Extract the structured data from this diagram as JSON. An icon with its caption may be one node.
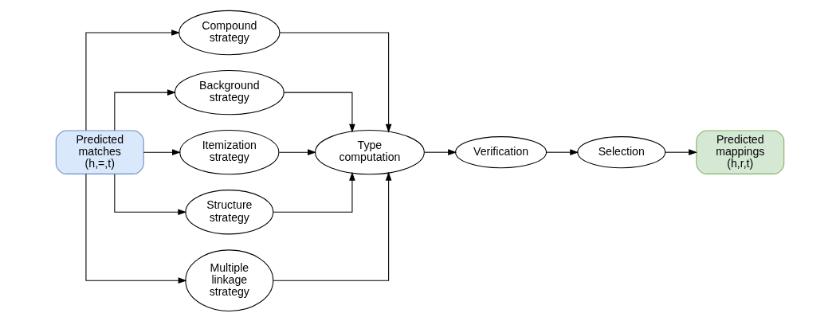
{
  "diagram": {
    "nodes": [
      {
        "text": [
          "Predicted matches (h,=,t)"
        ]
      },
      {
        "text": [
          "Compound strategy"
        ]
      },
      {
        "text": [
          "Background strategy"
        ]
      },
      {
        "text": [
          "Itemization strategy"
        ]
      },
      {
        "text": [
          "Structure strategy"
        ]
      },
      {
        "text": [
          "Multiple linkage strategy"
        ]
      },
      {
        "text": [
          "Type computation"
        ]
      },
      {
        "text": [
          "Verification"
        ]
      },
      {
        "text": [
          "Selection"
        ]
      },
      {
        "text": [
          "Predicted mappings (h,r,t)"
        ]
      }
    ],
    "edges": [
      {
        "from": 0,
        "to": 1,
        "arrow": "to"
      },
      {
        "from": 0,
        "to": 2,
        "arrow": "to"
      },
      {
        "from": 0,
        "to": 3,
        "arrow": "to"
      },
      {
        "from": 0,
        "to": 4,
        "arrow": "to"
      },
      {
        "from": 0,
        "to": 5,
        "arrow": "to"
      },
      {
        "from": 1,
        "to": 6,
        "arrow": "to"
      },
      {
        "from": 2,
        "to": 6,
        "arrow": "to"
      },
      {
        "from": 3,
        "to": 6,
        "arrow": "to"
      },
      {
        "from": 4,
        "to": 6,
        "arrow": "to"
      },
      {
        "from": 5,
        "to": 6,
        "arrow": "to"
      },
      {
        "from": 6,
        "to": 7,
        "arrow": "to"
      },
      {
        "from": 7,
        "to": 8,
        "arrow": "to"
      },
      {
        "from": 8,
        "to": 9,
        "arrow": "to"
      }
    ]
  }
}
